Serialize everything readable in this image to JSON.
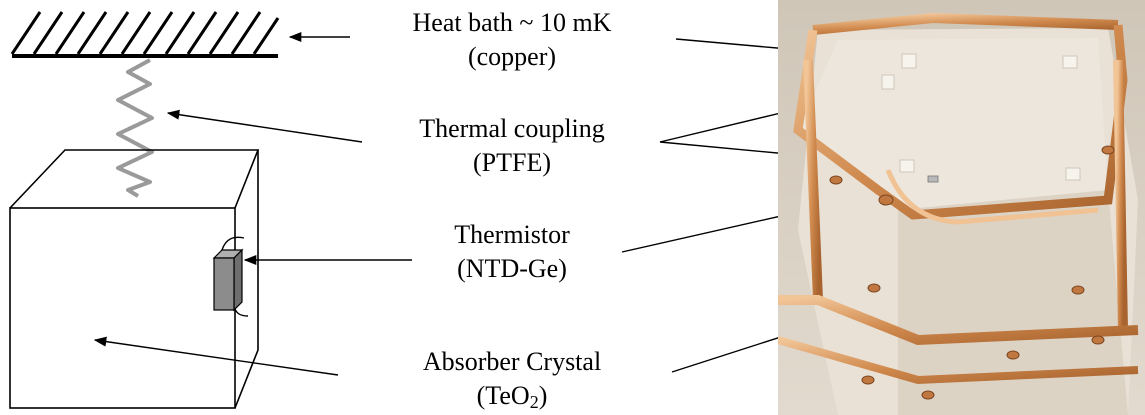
{
  "labels": {
    "heat_bath": {
      "line1": "Heat bath ~ 10 mK",
      "line2": "(copper)"
    },
    "thermal_coupling": {
      "line1": "Thermal coupling",
      "line2": "(PTFE)"
    },
    "thermistor": {
      "line1": "Thermistor",
      "line2": "(NTD-Ge)"
    },
    "absorber": {
      "line1": "Absorber Crystal",
      "line2_main": "(TeO",
      "line2_sub": "2",
      "line2_close": ")"
    }
  },
  "colors": {
    "spring": "#9a9a9a",
    "thermistor_fill": "#8c8c8c",
    "copper": "#d08a4e",
    "copper_light": "#f0c294",
    "crystal": "#e8dfd2",
    "photo_bg": "#d9d0c3"
  }
}
